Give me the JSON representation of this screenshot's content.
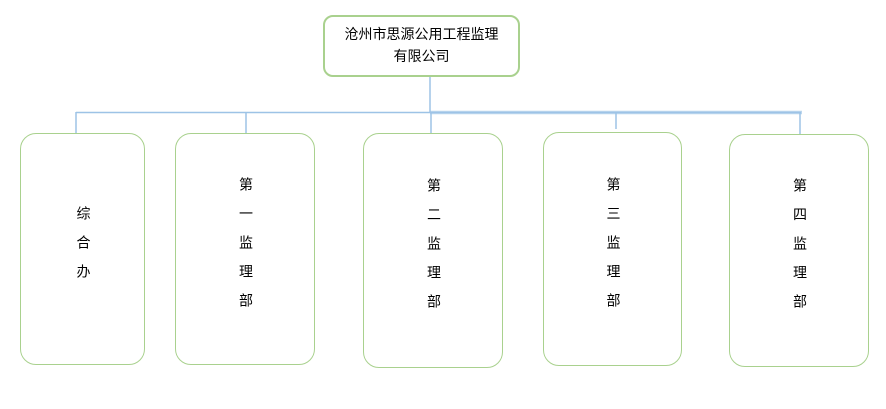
{
  "org_chart": {
    "root": {
      "label": "沧州市思源公用工程监理有限公司",
      "lines": [
        "沧州市思源公用工程监理",
        "有限公司"
      ]
    },
    "departments": [
      {
        "label": "综合办"
      },
      {
        "label": "第一监理部"
      },
      {
        "label": "第二监理部"
      },
      {
        "label": "第三监理部"
      },
      {
        "label": "第四监理部"
      }
    ],
    "colors": {
      "box_border": "#a9d18e",
      "connector": "#9dc3e6",
      "connector_light": "#bdd7ee",
      "text": "#000000",
      "background": "#ffffff"
    }
  }
}
